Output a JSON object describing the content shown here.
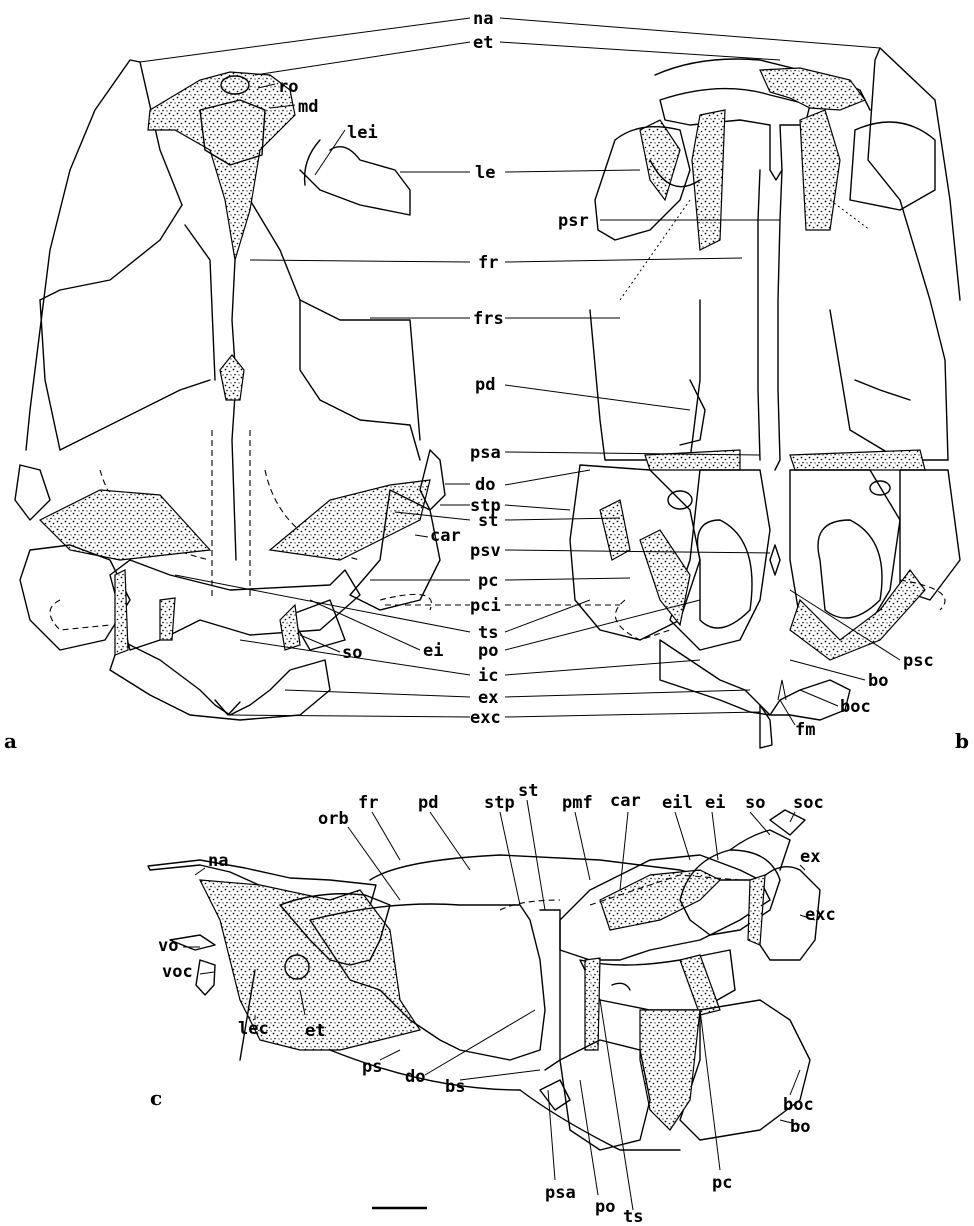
{
  "panels": {
    "a": "a",
    "b": "b",
    "c": "c"
  },
  "labels_ab": {
    "na": "na",
    "et": "et",
    "ro": "ro",
    "md": "md",
    "lei": "lei",
    "le": "le",
    "psr": "psr",
    "fr": "fr",
    "frs": "frs",
    "pd": "pd",
    "psa": "psa",
    "do": "do",
    "stp": "stp",
    "st": "st",
    "car": "car",
    "psv": "psv",
    "pc": "pc",
    "pci": "pci",
    "ts": "ts",
    "ei": "ei",
    "po": "po",
    "so": "so",
    "ic": "ic",
    "psc": "psc",
    "bo": "bo",
    "ex": "ex",
    "boc": "boc",
    "exc": "exc",
    "fm": "fm"
  },
  "labels_c": {
    "fr": "fr",
    "pd": "pd",
    "stp": "stp",
    "st": "st",
    "pmf": "pmf",
    "car": "car",
    "eil": "eil",
    "ei": "ei",
    "so": "so",
    "soc": "soc",
    "orb": "orb",
    "na": "na",
    "ex": "ex",
    "vo": "vo",
    "voc": "voc",
    "exc": "exc",
    "lec": "lec",
    "et": "et",
    "ps": "ps",
    "do": "do",
    "bs": "bs",
    "boc": "boc",
    "bo": "bo",
    "pc": "pc",
    "psa": "psa",
    "po": "po",
    "ts": "ts"
  }
}
